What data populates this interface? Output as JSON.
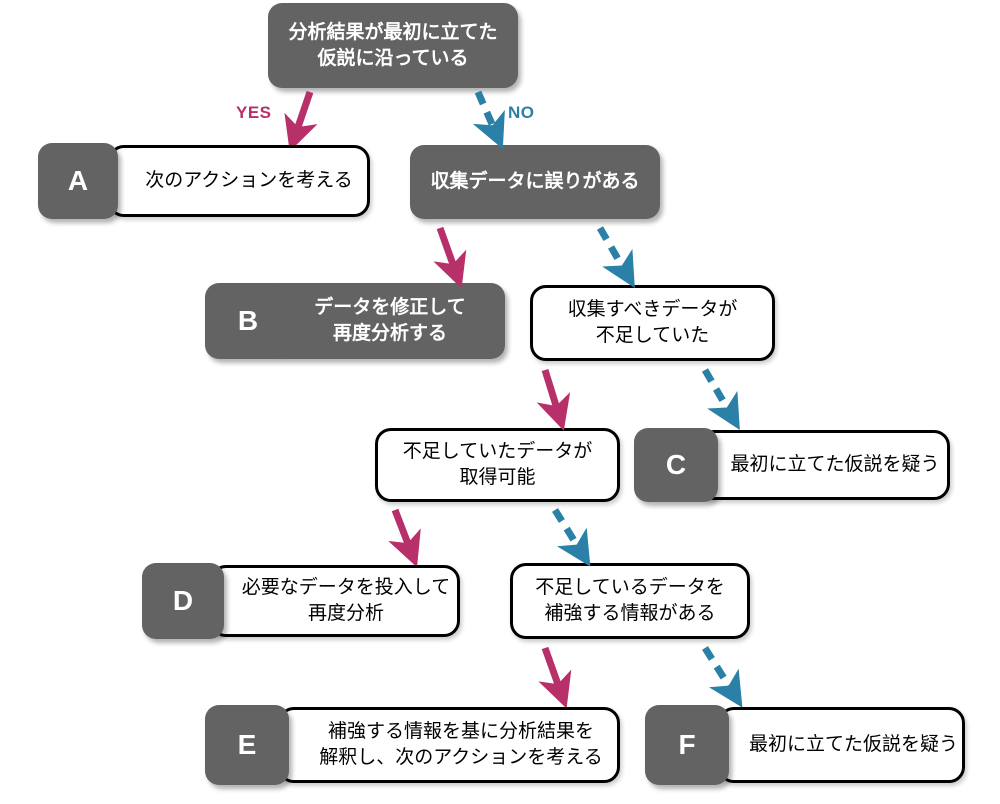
{
  "diagram": {
    "title_text": "分析結果が最初に立てた仮説に沿っている",
    "colors": {
      "grey_node": "#636363",
      "yes_arrow": "#b8306a",
      "no_arrow": "#2b80a8",
      "outline": "#000000",
      "background": "#ffffff"
    }
  },
  "nodes": {
    "root": {
      "id": "root",
      "kind": "grey",
      "line1": "分析結果が最初に立てた",
      "line2": "仮説に沿っている"
    },
    "q2": {
      "id": "q2",
      "kind": "grey",
      "line1": "収集データに誤りがある",
      "line2": ""
    },
    "q3": {
      "id": "q3",
      "kind": "white",
      "line1": "収集すべきデータが",
      "line2": "不足していた"
    },
    "q4": {
      "id": "q4",
      "kind": "white",
      "line1": "不足していたデータが",
      "line2": "取得可能"
    },
    "q5": {
      "id": "q5",
      "kind": "white",
      "line1": "不足しているデータを",
      "line2": "補強する情報がある"
    }
  },
  "outcomes": {
    "a": {
      "tag": "A",
      "line1": "次のアクションを考える",
      "line2": "",
      "style": "white"
    },
    "b": {
      "tag": "B",
      "line1": "データを修正して",
      "line2": "再度分析する",
      "style": "grey"
    },
    "c": {
      "tag": "C",
      "line1": "最初に立てた仮説を疑う",
      "line2": "",
      "style": "white"
    },
    "d": {
      "tag": "D",
      "line1": "必要なデータを投入して",
      "line2": "再度分析",
      "style": "white"
    },
    "e": {
      "tag": "E",
      "line1": "補強する情報を基に分析結果を",
      "line2": "解釈し、次のアクションを考える",
      "style": "white"
    },
    "f": {
      "tag": "F",
      "line1": "最初に立てた仮説を疑う",
      "line2": "",
      "style": "white"
    }
  },
  "edges": {
    "yes_label": "YES",
    "no_label": "NO"
  }
}
